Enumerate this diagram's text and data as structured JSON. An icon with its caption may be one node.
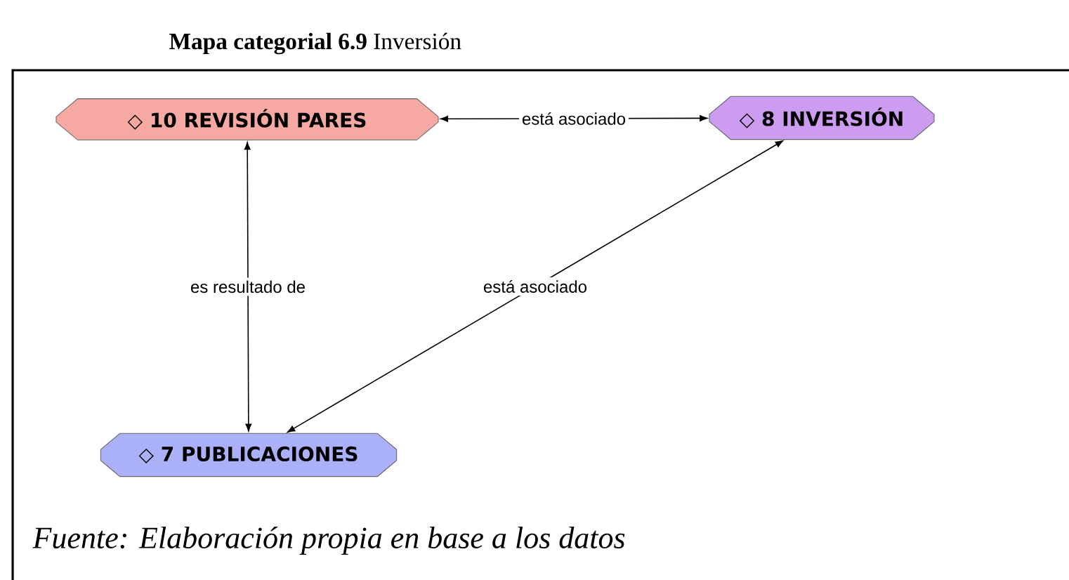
{
  "diagram": {
    "title": "**Mapa categorial 6.9** Inversión",
    "caption": "Fuente: Elaboración propia en base a los datos",
    "nodes": [
      {
        "text": [
          "◇ 10 REVISIÓN PARES"
        ]
      },
      {
        "text": [
          "◇ 8 INVERSIÓN"
        ]
      },
      {
        "text": [
          "◇ 7 PUBLICACIONES"
        ]
      }
    ],
    "edges": [
      {
        "from": 0,
        "to": 1,
        "arrow": "both",
        "label": "está asociado"
      },
      {
        "from": 0,
        "to": 2,
        "arrow": "both",
        "label": "es resultado de"
      },
      {
        "from": 1,
        "to": 2,
        "arrow": "both",
        "label": "está asociado"
      }
    ]
  }
}
